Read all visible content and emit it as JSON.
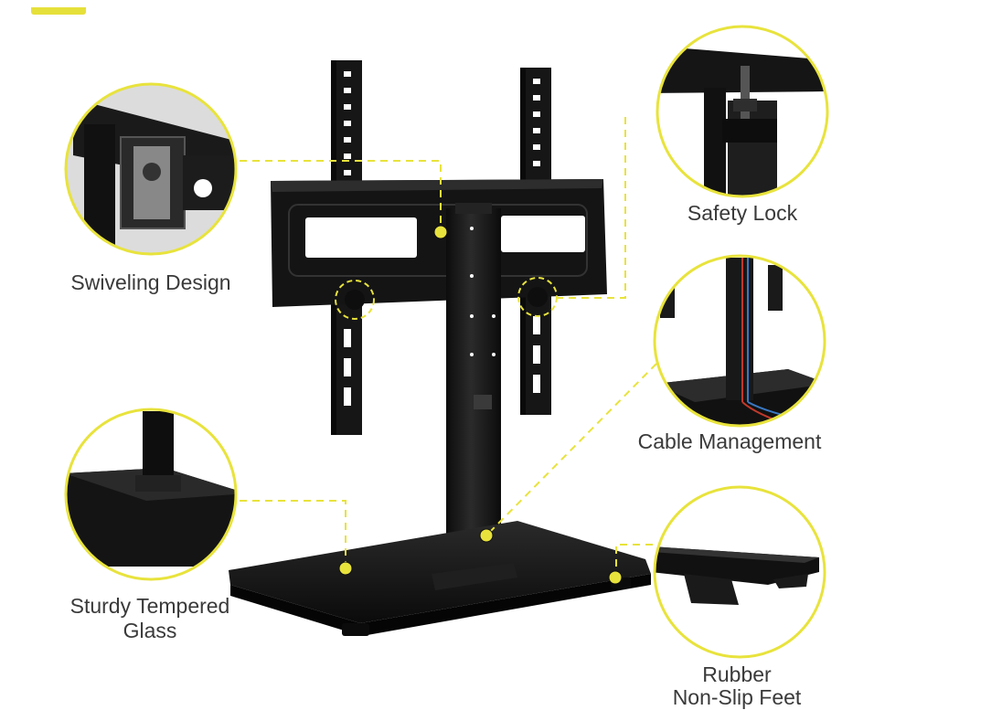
{
  "accent_color": "#e8e33c",
  "product_color": "#141414",
  "features": {
    "swivel": {
      "label": "Swiveling Design"
    },
    "lock": {
      "label": "Safety Lock"
    },
    "cable": {
      "label": "Cable Management"
    },
    "glass": {
      "line1": "Sturdy Tempered",
      "line2": "Glass"
    },
    "feet": {
      "line1": "Rubber",
      "line2": "Non-Slip Feet"
    }
  },
  "icons": [
    "swivel-detail-icon",
    "lock-detail-icon",
    "cable-detail-icon",
    "glass-detail-icon",
    "feet-detail-icon"
  ]
}
